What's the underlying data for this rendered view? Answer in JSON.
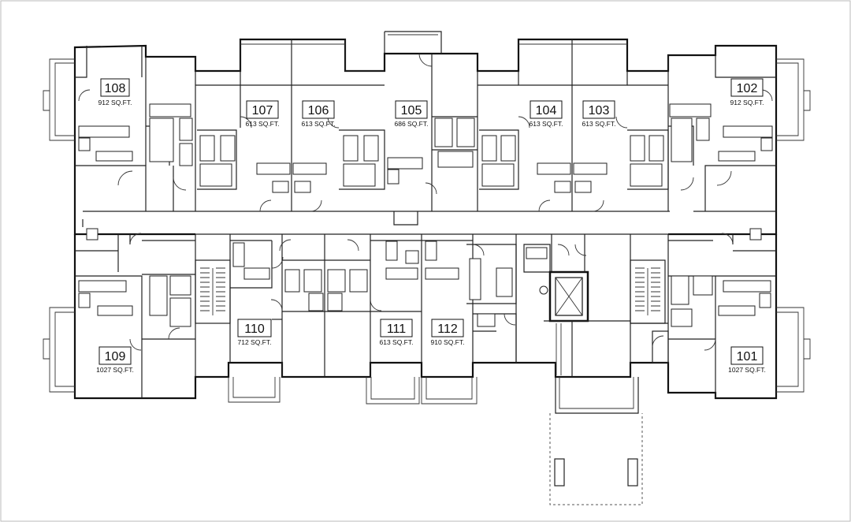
{
  "plan": {
    "units": [
      {
        "id": "108",
        "area": "912 SQ.FT."
      },
      {
        "id": "107",
        "area": "613 SQ.FT."
      },
      {
        "id": "106",
        "area": "613 SQ.FT."
      },
      {
        "id": "105",
        "area": "686 SQ.FT."
      },
      {
        "id": "104",
        "area": "613 SQ.FT."
      },
      {
        "id": "103",
        "area": "613 SQ.FT."
      },
      {
        "id": "102",
        "area": "912 SQ.FT."
      },
      {
        "id": "109",
        "area": "1027 SQ.FT."
      },
      {
        "id": "110",
        "area": "712 SQ.FT."
      },
      {
        "id": "111",
        "area": "613 SQ.FT."
      },
      {
        "id": "112",
        "area": "910 SQ.FT."
      },
      {
        "id": "101",
        "area": "1027 SQ.FT."
      }
    ]
  }
}
